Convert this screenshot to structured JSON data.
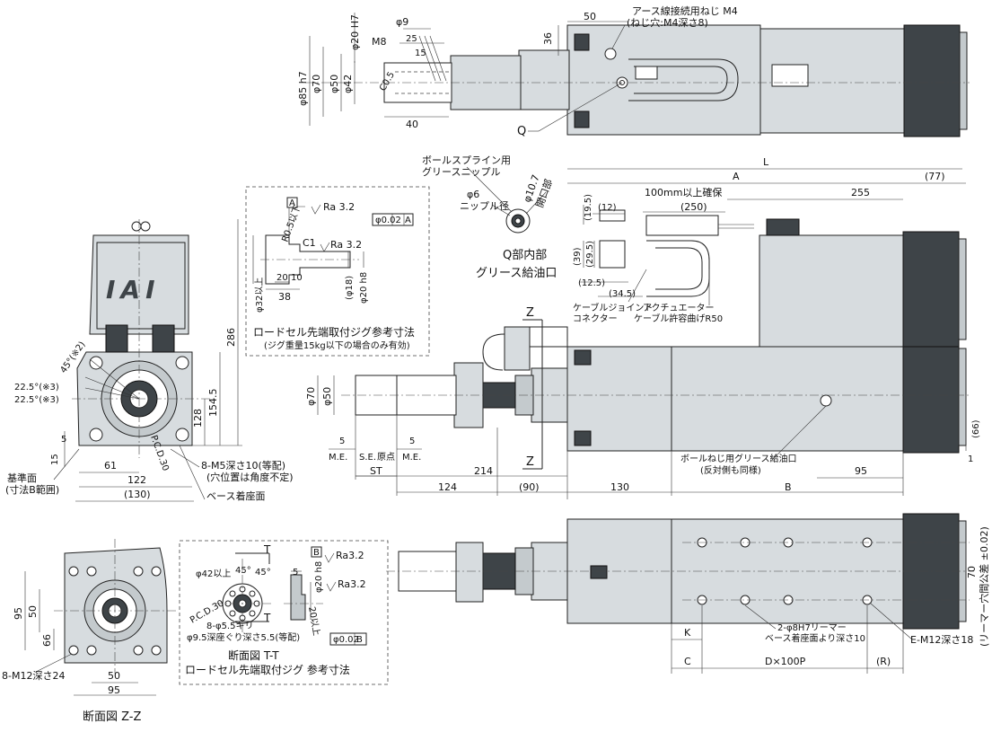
{
  "top_view": {
    "earth_screw_label": "アース線接続用ねじ M4",
    "earth_screw_sub": "(ねじ穴:M4深さ8)",
    "q_label": "Q",
    "dims": {
      "d20h7": "φ20 H7",
      "d9": "φ9",
      "m8": "M8",
      "d25": "25",
      "d15": "15",
      "c05": "C0.5",
      "d85h7": "φ85 h7",
      "d70": "φ70",
      "d50": "φ50",
      "d42": "φ42",
      "d40": "40",
      "d50w": "50",
      "d36": "36"
    }
  },
  "grease_detail": {
    "title_line1": "ボールスプライン用",
    "title_line2": "グリースニップル",
    "d107": "φ10.7",
    "open_label": "開口部",
    "d6": "φ6",
    "nipple_label": "ニップル径",
    "caption1": "Q部内部",
    "caption2": "グリース給油口"
  },
  "jig_detail": {
    "box_a": "A",
    "ra": "Ra 3.2",
    "ra2": "Ra 3.2",
    "r05": "R0.5以下",
    "c1": "C1",
    "tol": "φ0.02",
    "tol_ref": "A",
    "d20": "20",
    "d10": "10",
    "d38": "38",
    "d32": "φ32以上",
    "d18": "(φ18)",
    "d20h8": "φ20 h8",
    "title": "ロードセル先端取付ジグ参考寸法",
    "note": "(ジグ重量15kg以下の場合のみ有効)"
  },
  "front_view": {
    "logo": "IAI",
    "a225_1": "22.5°(※3)",
    "a225_2": "22.5°(※3)",
    "a45": "45°(※2)",
    "d5": "5",
    "d15": "15",
    "d61": "61",
    "d122": "122",
    "d130": "(130)",
    "d128": "128",
    "d1545": "154.5",
    "d286": "286",
    "pcd": "P.C.D.30",
    "holes": "8-M5深さ10(等配)",
    "holes_note": "(穴位置は角度不定)",
    "base_ref": "基準面",
    "base_ref_note": "(寸法B範囲)",
    "base_mount": "ベース着座面"
  },
  "side_view": {
    "L": "L",
    "A": "A",
    "d77": "(77)",
    "d100": "100mm以上確保",
    "d250": "(250)",
    "d255": "255",
    "d195": "(19.5)",
    "d12": "(12)",
    "d39": "(39)",
    "d295": "(29.5)",
    "d125": "(12.5)",
    "d345": "(34.5)",
    "cable_joint": "ケーブルジョイント",
    "cable_joint2": "コネクター",
    "actuator": "アクチュエーター",
    "bend": "ケーブル許容曲げR50",
    "z_top": "Z",
    "z_bot": "Z",
    "d70": "φ70",
    "d50": "φ50",
    "d5a": "5",
    "d5b": "5",
    "me1": "M.E.",
    "se": "S.E.",
    "origin": "原点",
    "me2": "M.E.",
    "st": "ST",
    "d214": "214",
    "d124": "124",
    "d90": "(90)",
    "d130": "130",
    "B": "B",
    "d95": "95",
    "d66": "(66)",
    "d1": "1",
    "grease": "ボールねじ用グリース給油口",
    "grease_note": "(反対側も同様)"
  },
  "section_zz": {
    "d95v": "95",
    "d50v": "50",
    "d66v": "66",
    "holes": "8-M12深さ24",
    "d50h": "50",
    "d95h": "95",
    "caption": "断面図 Z-Z"
  },
  "section_tt": {
    "t1": "T",
    "t2": "T",
    "d42": "φ42以上",
    "a45a": "45°",
    "a45b": "45°",
    "pcd": "P.C.D.30",
    "holes": "8-φ5.5キリ",
    "holes2": "φ9.5深座ぐり深さ5.5(等配)",
    "box_b": "B",
    "ra1": "Ra3.2",
    "ra2": "Ra3.2",
    "d5": "5",
    "d20h8": "φ20 h8",
    "d20": "20以上",
    "tol": "φ0.02",
    "tol_ref": "B",
    "caption1": "断面図 T-T",
    "caption2": "ロードセル先端取付ジグ 参考寸法"
  },
  "bottom_view": {
    "reamer_tol": "(リーマー穴間公差 ±0.02)",
    "d70": "70",
    "K": "K",
    "C": "C",
    "pitch": "D×100P",
    "R": "(R)",
    "reamer": "2-φ8H7リーマー",
    "reamer2": "ベース着座面より深さ10",
    "emholes": "E-M12深さ18"
  }
}
